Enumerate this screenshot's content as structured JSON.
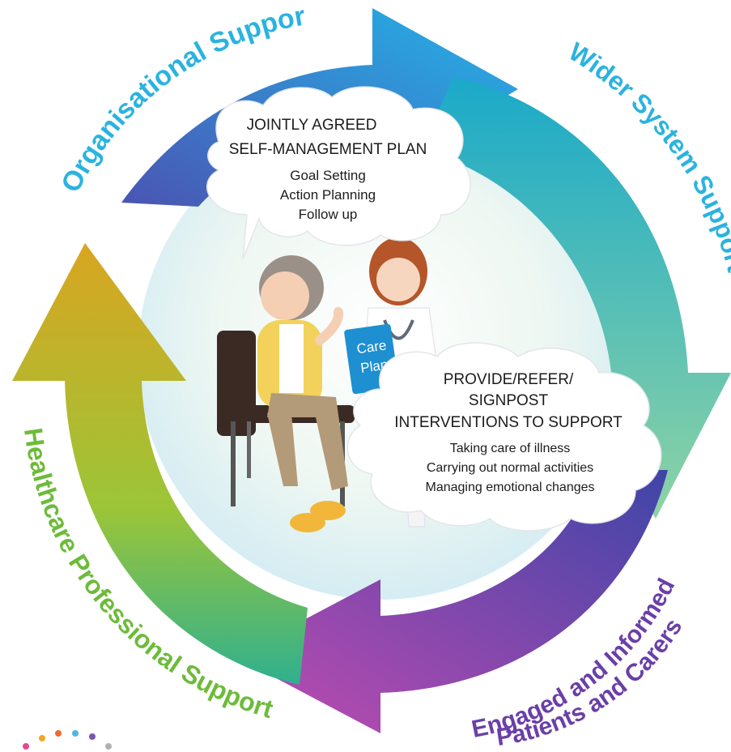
{
  "labels": {
    "organisational": "Organisational Support",
    "wider": "Wider System Support",
    "engaged_line1": "Engaged and Informed",
    "engaged_line2": "Patients and Carers",
    "healthcare": "Healthcare Professional Support"
  },
  "plan_bubble": {
    "heading_line1": "JOINTLY AGREED",
    "heading_line2": "SELF-MANAGEMENT PLAN",
    "items": [
      "Goal Setting",
      "Action Planning",
      "Follow up"
    ]
  },
  "support_bubble": {
    "heading_line1": "PROVIDE/REFER/",
    "heading_line2": "SIGNPOST",
    "heading_line3": "INTERVENTIONS TO SUPPORT",
    "items": [
      "Taking care of illness",
      "Carrying out normal activities",
      "Managing emotional changes"
    ]
  },
  "clipboard": {
    "line1": "Care",
    "line2": "Plan"
  },
  "colors": {
    "organisational_text": "#2bb3df",
    "wider_text": "#2bb3df",
    "engaged_text": "#6a3fa8",
    "healthcare_text": "#6dbb3a"
  }
}
